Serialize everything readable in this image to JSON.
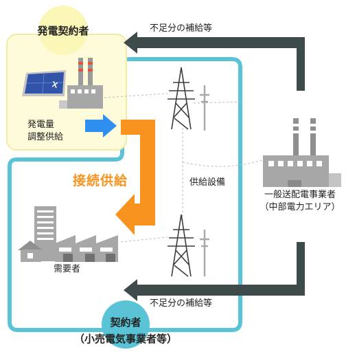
{
  "generator_title": "発電契約者",
  "generator_supply": [
    "発電量",
    "調整供給"
  ],
  "connection_supply": "接続供給",
  "supply_facilities": "供給設備",
  "consumer": "需要者",
  "tso": [
    "一般送配電事業者",
    "（中部電力エリア）"
  ],
  "contractor": [
    "契約者",
    "（小売電気事業者等）"
  ],
  "shortfall_top": "不足分の補給等",
  "shortfall_bottom": "不足分の補給等",
  "colors": {
    "teal": "#5bc3d6",
    "light_yellow": "#fdfbd9",
    "yellow_circle": "#fbf7b7",
    "orange": "#f7931e",
    "blue_arrow": "#2f8ff0",
    "dark_arrow": "#3f4a4a",
    "building": "#a7a7a7",
    "chimney_red": "#e0553d"
  },
  "icons": [
    "solar-panel-icon",
    "generator-factory-icon",
    "transmission-tower-icon",
    "utility-pole-icon",
    "office-building-icon",
    "house-icon",
    "factory-icon",
    "power-plant-icon"
  ]
}
